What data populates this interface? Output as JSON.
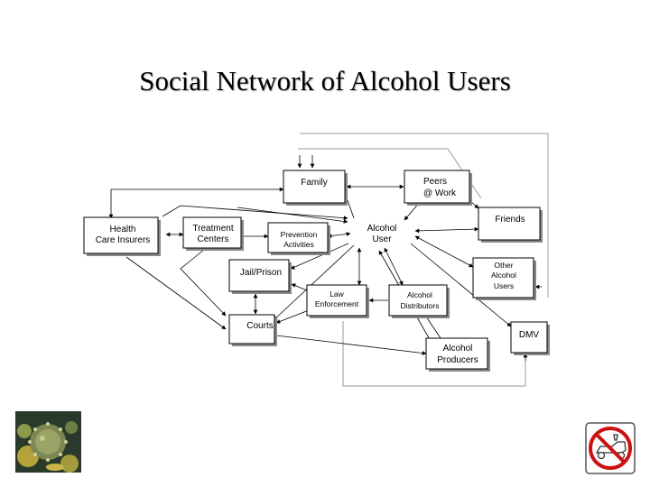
{
  "slide": {
    "title": "Social Network of Alcohol Users"
  },
  "diagram": {
    "nodes": {
      "family": [
        "Family"
      ],
      "peers": [
        "Peers",
        "@ Work"
      ],
      "friends": [
        "Friends"
      ],
      "health": [
        "Health",
        "Care Insurers"
      ],
      "treatment": [
        "Treatment",
        "Centers"
      ],
      "prevention": [
        "Prevention",
        "Activities"
      ],
      "alcohol_user": [
        "Alcohol",
        "User"
      ],
      "other_users": [
        "Other",
        "Alcohol",
        "Users"
      ],
      "jail": [
        "Jail/Prison"
      ],
      "law": [
        "Law",
        "Enforcement"
      ],
      "distributors": [
        "Alcohol",
        "Distributors"
      ],
      "courts": [
        "Courts"
      ],
      "dmv": [
        "DMV"
      ],
      "producers": [
        "Alcohol",
        "Producers"
      ]
    }
  },
  "images": {
    "left": "virus-cluster-image",
    "right": "no-drinking-and-driving-sign"
  }
}
